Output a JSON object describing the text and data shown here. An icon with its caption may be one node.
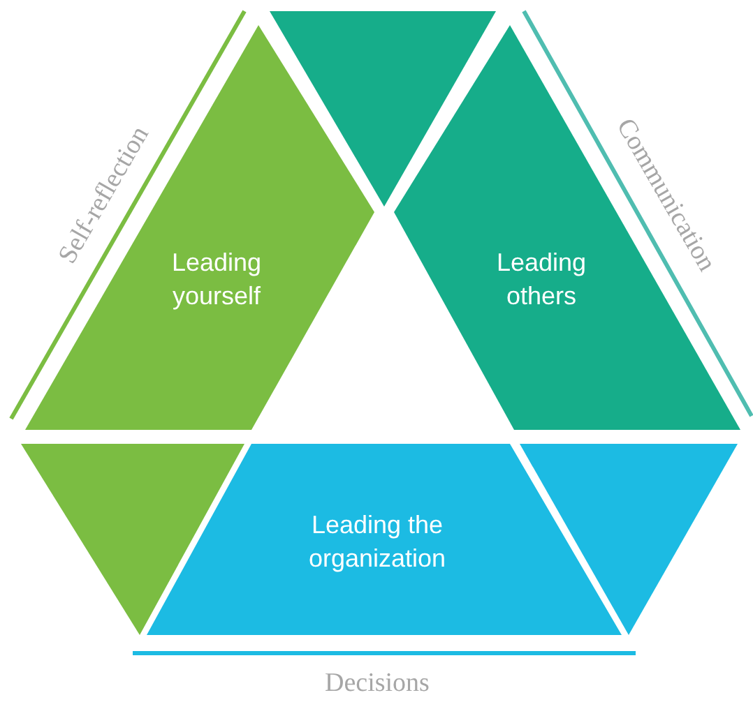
{
  "diagram": {
    "nodes": [
      {
        "text": [],
        "shape": "triangle"
      },
      {
        "text": [
          "Leading yourself"
        ]
      },
      {
        "text": [
          "Leading others"
        ]
      },
      {
        "text": [],
        "shape": "triangle"
      },
      {
        "text": [
          "Leading the organization"
        ]
      },
      {
        "text": [],
        "shape": "triangle"
      }
    ],
    "edges": [],
    "labels": [
      "Self-reflection",
      "Communication",
      "Decisions"
    ]
  }
}
